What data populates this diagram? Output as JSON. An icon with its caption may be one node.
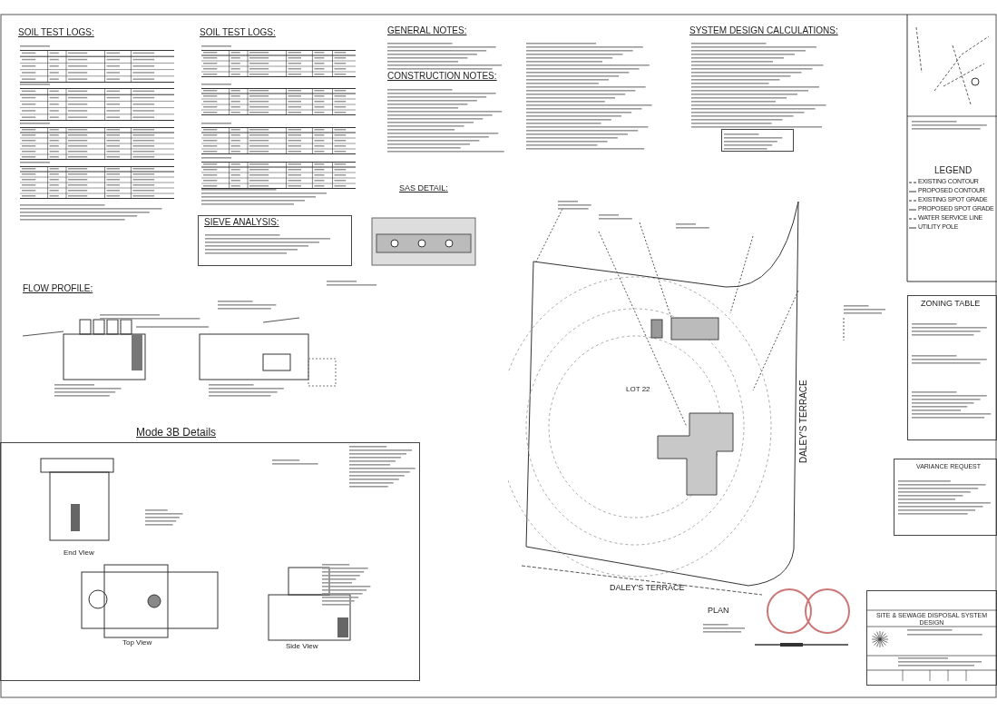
{
  "diagram": {
    "labels": [
      "SOIL TEST LOGS:",
      "SOIL TEST LOGS:",
      "GENERAL NOTES:",
      "CONSTRUCTION NOTES:",
      "SYSTEM DESIGN CALCULATIONS:",
      "LEGEND",
      "SAS DETAIL:",
      "SIEVE ANALYSIS:",
      "FLOW PROFILE:",
      "ZONING TABLE",
      "LOT 22",
      "DALEY'S TERRACE",
      "Mode 3B Details",
      "VARIANCE REQUEST",
      "End View",
      "DALEY'S TERRACE",
      "PLAN",
      "SITE & SEWAGE DISPOSAL SYSTEM DESIGN",
      "Top View",
      "Side View"
    ],
    "legend": [
      {
        "text": "EXISTING CONTOUR"
      },
      {
        "text": "PROPOSED CONTOUR"
      },
      {
        "text": "EXISTING SPOT GRADE"
      },
      {
        "text": "PROPOSED SPOT GRADE"
      },
      {
        "text": "WATER SERVICE LINE"
      },
      {
        "text": "UTILITY POLE"
      }
    ]
  }
}
